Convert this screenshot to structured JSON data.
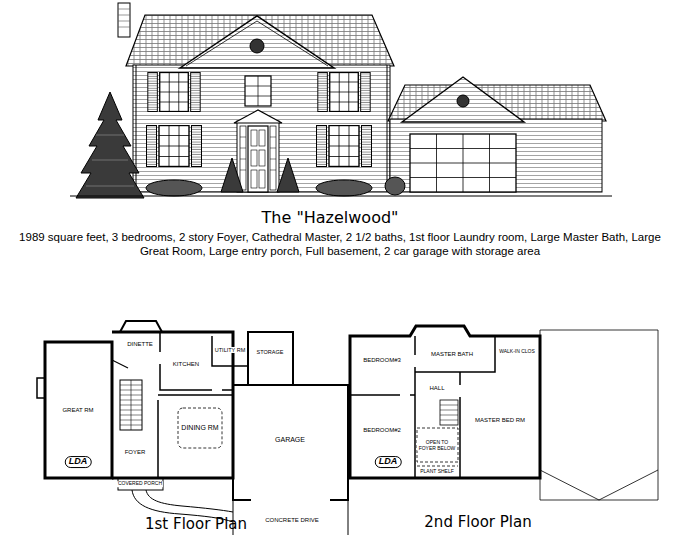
{
  "diagram": {
    "title": "The \"Hazelwood\"",
    "caption": "1989 square feet, 3 bedrooms, 2 story Foyer, Cathedral Master, 2 1/2 baths, 1st floor Laundry room, Large Master Bath, Large Great Room, Large entry porch, Full basement, 2 car garage with storage area",
    "labels": [
      "GREAT RM",
      "DINETTE",
      "KITCHEN",
      "UTILITY RM",
      "STORAGE",
      "DINING RM",
      "FOYER",
      "GARAGE",
      "COVERED PORCH",
      "CONCRETE DRIVE",
      "BEDROOM#3",
      "MASTER BATH",
      "WALK-IN CLOS",
      "HALL",
      "BEDROOM#2",
      "MASTER BED RM",
      "OPEN TO FOYER BELOW",
      "PLANT SHELF",
      "LDA",
      "LDA",
      "1st Floor Plan",
      "2nd Floor Plan"
    ]
  }
}
